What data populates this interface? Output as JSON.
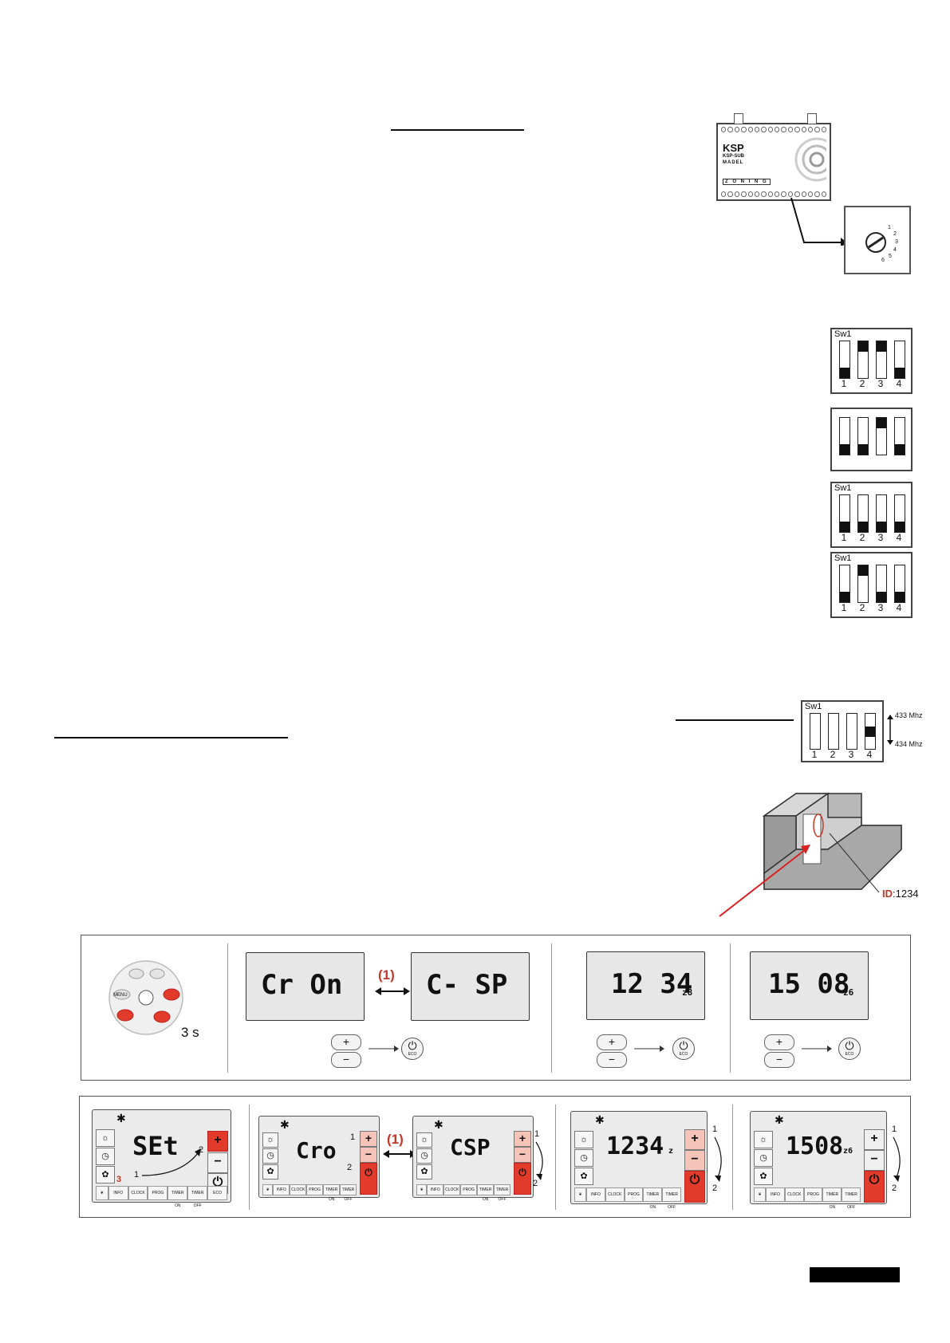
{
  "ksp_module": {
    "brand": "KSP",
    "model_code": "KSP-SUB",
    "model_label": "MADEL",
    "zoning": "Z O N I N G"
  },
  "rotary_selector": {
    "digits": [
      "1",
      "2",
      "3",
      "4",
      "5",
      "6"
    ]
  },
  "dip_switches": [
    {
      "title": "Sw1",
      "numbers": [
        "1",
        "2",
        "3",
        "4"
      ],
      "states": [
        "down",
        "up",
        "up",
        "down"
      ]
    },
    {
      "title": "",
      "numbers": [],
      "states": [
        "down",
        "down",
        "up",
        "down"
      ]
    },
    {
      "title": "Sw1",
      "numbers": [
        "1",
        "2",
        "3",
        "4"
      ],
      "states": [
        "down",
        "down",
        "down",
        "down"
      ]
    },
    {
      "title": "Sw1",
      "numbers": [
        "1",
        "2",
        "3",
        "4"
      ],
      "states": [
        "down",
        "up",
        "down",
        "down"
      ]
    }
  ],
  "frequency_switch": {
    "title": "Sw1",
    "numbers": [
      "1",
      "2",
      "3",
      "4"
    ],
    "top_freq": "433 Mhz",
    "bottom_freq": "434 Mhz"
  },
  "receiver_label": {
    "id_prefix": "ID",
    "id_value": ":1234"
  },
  "panel_top": {
    "remote": {
      "menu": "MENU",
      "hold": "3 s",
      "eco": "ECO"
    },
    "lcd1": "Cr On",
    "marker": "(1)",
    "lcd2": "C- SP",
    "lcd3": "12 34",
    "lcd3_suffix": "z8",
    "lcd4": "15 08",
    "lcd4_suffix": "z6"
  },
  "panel_bottom": {
    "bottom_keys": [
      "INFO",
      "CLOCK",
      "PROG",
      "TIMER ON",
      "TIMER OFF",
      "ECO"
    ],
    "t1": {
      "display": "SEt",
      "steps": [
        "3",
        "1",
        "2"
      ]
    },
    "t2": {
      "display": "Cro",
      "steps": [
        "1",
        "2"
      ]
    },
    "marker": "(1)",
    "t3": {
      "display": "CSP",
      "steps": [
        "1",
        "2"
      ]
    },
    "t4": {
      "display": "1234",
      "suffix": "z",
      "steps": [
        "1",
        "2"
      ]
    },
    "t5": {
      "display": "1508",
      "suffix": "z6",
      "steps": [
        "1",
        "2"
      ]
    }
  }
}
